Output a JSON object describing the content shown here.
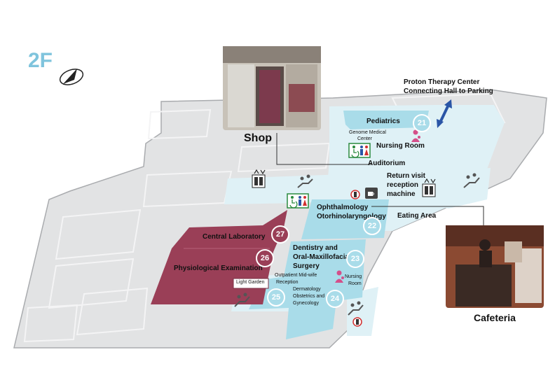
{
  "floor_label": "2F",
  "colors": {
    "floor_gray": "#e2e3e4",
    "floor_outline": "#a9abae",
    "corridor_blue": "#dff1f6",
    "dept_cyan": "#a9dce9",
    "dept_maroon": "#9a3f57",
    "floor_label_blue": "#7fc4dd",
    "nav_arrow_blue": "#2a55a6",
    "toilet_pink": "#d44f8a"
  },
  "callouts": {
    "shop": "Shop",
    "cafeteria": "Cafeteria",
    "proton_line1": "Proton Therapy Center",
    "proton_line2": "Connecting Hall to Parking"
  },
  "areas": {
    "pediatrics": "Pediatrics",
    "genome_line1": "Genome Medical",
    "genome_line2": "Center",
    "nursing_room_top": "Nursing Room",
    "auditorium": "Auditorium",
    "return_line1": "Return visit",
    "return_line2": "reception",
    "return_line3": "machine",
    "ophthalmology": "Ophthalmology",
    "otorhinolaryngology": "Otorhinolaryngology",
    "eating_area": "Eating Area",
    "central_laboratory": "Central Laboratory",
    "physiological_examination": "Physiological Examination",
    "dentistry_line1": "Dentistry and",
    "dentistry_line2": "Oral-Maxillofacial",
    "dentistry_line3": "Surgery",
    "outpatient_line1": "Outpatient  Mid-wife",
    "outpatient_line2": "Reception",
    "nursing_room_bottom_line1": "Nursing",
    "nursing_room_bottom_line2": "Room",
    "light_garden": "Light Garden",
    "dermatology_line1": "Dermatology",
    "dermatology_line2": "Obstetrics and",
    "dermatology_line3": "Gynecology"
  },
  "numbers": {
    "n21": "21",
    "n22": "22",
    "n23": "23",
    "n24": "24",
    "n25": "25",
    "n26": "26",
    "n27": "27"
  }
}
